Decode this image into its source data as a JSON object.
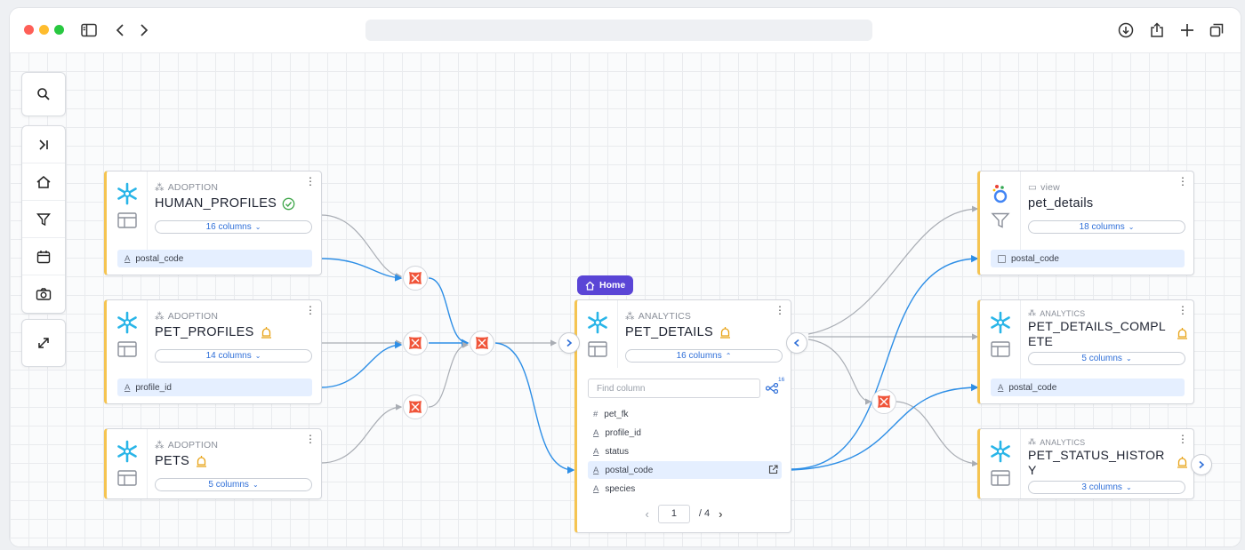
{
  "browser": {
    "icons": [
      "sidebar-icon",
      "back-icon",
      "forward-icon",
      "download-icon",
      "share-icon",
      "new-tab-icon",
      "tabs-icon"
    ]
  },
  "toolbar": {
    "tools": [
      "search-icon",
      "collapse-icon",
      "home-icon",
      "filter-icon",
      "calendar-icon",
      "camera-icon",
      "fit-view-icon"
    ]
  },
  "home_badge": "Home",
  "cards": {
    "human_profiles": {
      "schema": "ADOPTION",
      "title": "HUMAN_PROFILES",
      "columns": "16 columns",
      "status": "check",
      "field": "postal_code"
    },
    "pet_profiles": {
      "schema": "ADOPTION",
      "title": "PET_PROFILES",
      "columns": "14 columns",
      "status": "alert",
      "field": "profile_id"
    },
    "pets": {
      "schema": "ADOPTION",
      "title": "PETS",
      "columns": "5 columns",
      "status": "alert"
    },
    "pet_details_main": {
      "schema": "ANALYTICS",
      "title": "PET_DETAILS",
      "columns": "16 columns",
      "status": "alert",
      "find_placeholder": "Find column",
      "lineage_count": "16",
      "column_list": [
        {
          "type": "#",
          "name": "pet_fk"
        },
        {
          "type": "A",
          "name": "profile_id"
        },
        {
          "type": "A",
          "name": "status"
        },
        {
          "type": "A",
          "name": "postal_code"
        },
        {
          "type": "A",
          "name": "species"
        }
      ],
      "page": "1",
      "page_total": "/ 4"
    },
    "pet_details_view": {
      "schema": "view",
      "title": "pet_details",
      "columns": "18 columns",
      "field": "postal_code"
    },
    "pet_details_complete": {
      "schema": "ANALYTICS",
      "title_line1": "PET_DETAILS_COMPL",
      "title_line2": "ETE",
      "columns": "5 columns",
      "status": "alert",
      "field": "postal_code"
    },
    "pet_status_history": {
      "schema": "ANALYTICS",
      "title_line1": "PET_STATUS_HISTOR",
      "title_line2": "Y",
      "columns": "3 columns",
      "status": "alert"
    }
  },
  "colors": {
    "accent_yellow": "#f5c451",
    "edge_blue": "#2d8ee6",
    "edge_gray": "#a9adb4",
    "dbt_orange": "#f0553a",
    "snowflake": "#29b5e8",
    "home_purple": "#5a45d6",
    "link_blue": "#2f6fd8"
  }
}
